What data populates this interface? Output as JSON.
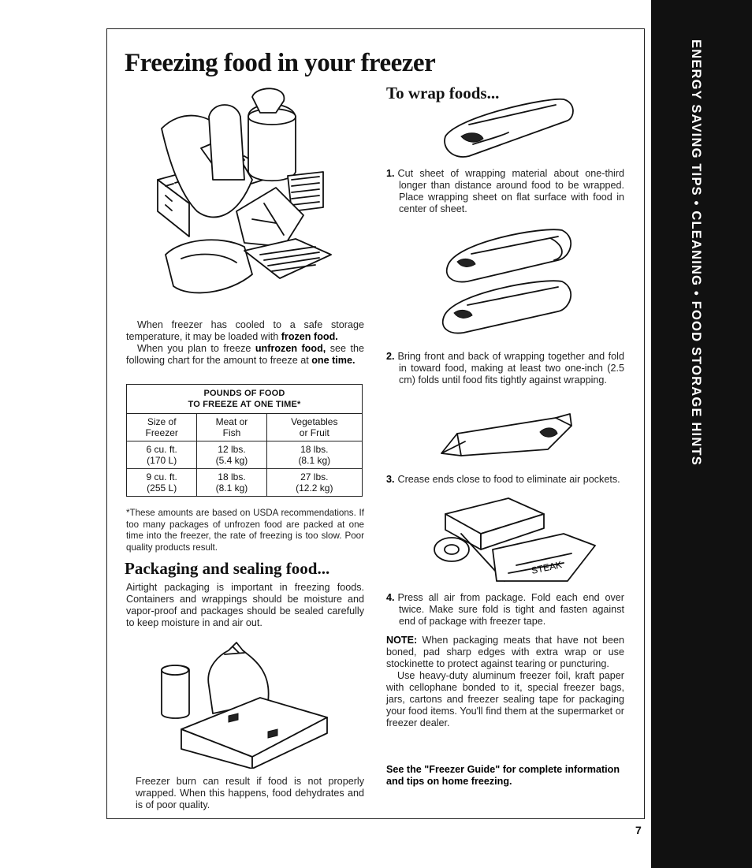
{
  "side_tab": {
    "text": "ENERGY SAVING TIPS • CLEANING • FOOD STORAGE HINTS"
  },
  "title": "Freezing food in your freezer",
  "intro": {
    "p1_a": "When freezer has cooled to a safe storage temperature, it may be loaded with ",
    "p1_b": "frozen food.",
    "p2_a": "When you plan to freeze ",
    "p2_b": "unfrozen food,",
    "p2_c": " see the following chart for the amount to freeze at ",
    "p2_d": "one time."
  },
  "table": {
    "title_line1": "POUNDS OF FOOD",
    "title_line2": "TO FREEZE AT ONE TIME*",
    "headers": [
      [
        "Size of",
        "Freezer"
      ],
      [
        "Meat or",
        "Fish"
      ],
      [
        "Vegetables",
        "or Fruit"
      ]
    ],
    "rows": [
      [
        [
          "6 cu. ft.",
          "(170 L)"
        ],
        [
          "12 lbs.",
          "(5.4 kg)"
        ],
        [
          "18 lbs.",
          "(8.1 kg)"
        ]
      ],
      [
        [
          "9 cu. ft.",
          "(255 L)"
        ],
        [
          "18 lbs.",
          "(8.1 kg)"
        ],
        [
          "27 lbs.",
          "(12.2 kg)"
        ]
      ]
    ]
  },
  "footnote": "*These amounts are based on USDA recommendations. If too many packages of unfrozen food are packed at one time into the freezer, the rate of freezing is too slow. Poor quality products result.",
  "packaging": {
    "heading": "Packaging and sealing food...",
    "text": "Airtight packaging is important in freezing foods. Containers and wrappings should be moisture and vapor-proof and packages should be sealed carefully to keep moisture in and air out.",
    "burn": "Freezer burn can result if food is not properly wrapped. When this happens, food dehydrates and is of poor quality."
  },
  "wrap": {
    "heading": "To wrap foods...",
    "steps": [
      {
        "num": "1.",
        "text": "Cut sheet of wrapping material about one-third longer than distance around food to be wrapped. Place wrapping sheet on flat surface with food in center of sheet."
      },
      {
        "num": "2.",
        "text": "Bring front and back of wrapping together and fold in toward food, making at least two one-inch (2.5 cm) folds until food fits tightly against wrapping."
      },
      {
        "num": "3.",
        "text": "Crease ends close to food to eliminate air pockets."
      },
      {
        "num": "4.",
        "text": "Press all air from package. Fold each end over twice. Make sure fold is tight and fasten against end of package with freezer tape."
      }
    ],
    "note_label": "NOTE:",
    "note_text": " When packaging meats that have not been boned, pad sharp edges with extra wrap or use stockinette to protect against tearing or puncturing.",
    "note_p2": "Use heavy-duty aluminum freezer foil, kraft paper with cellophane bonded to it, special freezer bags, jars, cartons and freezer sealing tape for packaging your food items. You'll find them at the supermarket or freezer dealer.",
    "steak_label": "STEAK",
    "see_guide": "See the \"Freezer Guide\" for complete information and tips on home freezing."
  },
  "page_number": "7"
}
